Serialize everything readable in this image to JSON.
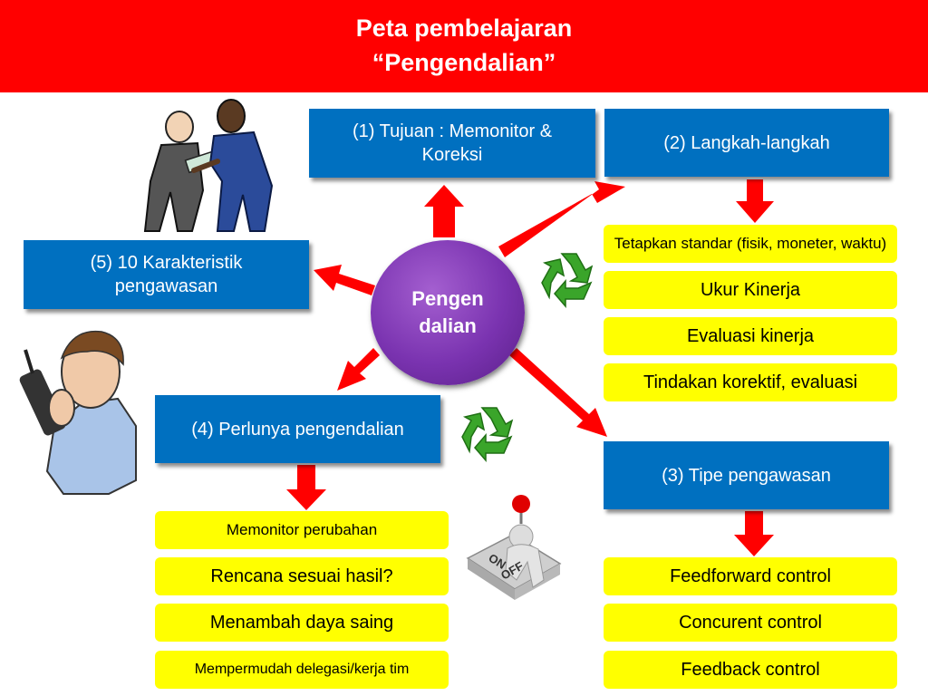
{
  "header": {
    "title_line1": "Peta pembelajaran",
    "title_line2": "“Pengendalian”",
    "background": "#ff0000"
  },
  "center": {
    "line1": "Pengen",
    "line2": "dalian"
  },
  "boxes": {
    "tujuan": {
      "line1": "(1) Tujuan : Memonitor &",
      "line2": "Koreksi"
    },
    "langkah": "(2) Langkah-langkah",
    "tipe": "(3) Tipe pengawasan",
    "perlunya": "(4) Perlunya pengendalian",
    "karakteristik": {
      "line1": "(5) 10 Karakteristik",
      "line2": "pengawasan"
    }
  },
  "langkah_items": [
    "Tetapkan standar (fisik, moneter, waktu)",
    "Ukur Kinerja",
    "Evaluasi kinerja",
    "Tindakan korektif, evaluasi"
  ],
  "tipe_items": [
    "Feedforward control",
    "Concurent control",
    "Feedback control"
  ],
  "perlunya_items": [
    "Memonitor perubahan",
    "Rencana sesuai hasil?",
    "Menambah daya saing",
    "Mempermudah delegasi/kerja tim"
  ],
  "switch_labels": {
    "on": "ON",
    "off": "OFF"
  },
  "colors": {
    "box_blue": "#0070c0",
    "highlight_yellow": "#ffff00",
    "arrow_red": "#ff0000",
    "center_purple": "#7a33b0",
    "recycle_green": "#3aa52a"
  },
  "icons": [
    "arguing-men-clipart",
    "angry-man-phone-clipart",
    "recycle-icon",
    "on-off-switch-figure"
  ]
}
